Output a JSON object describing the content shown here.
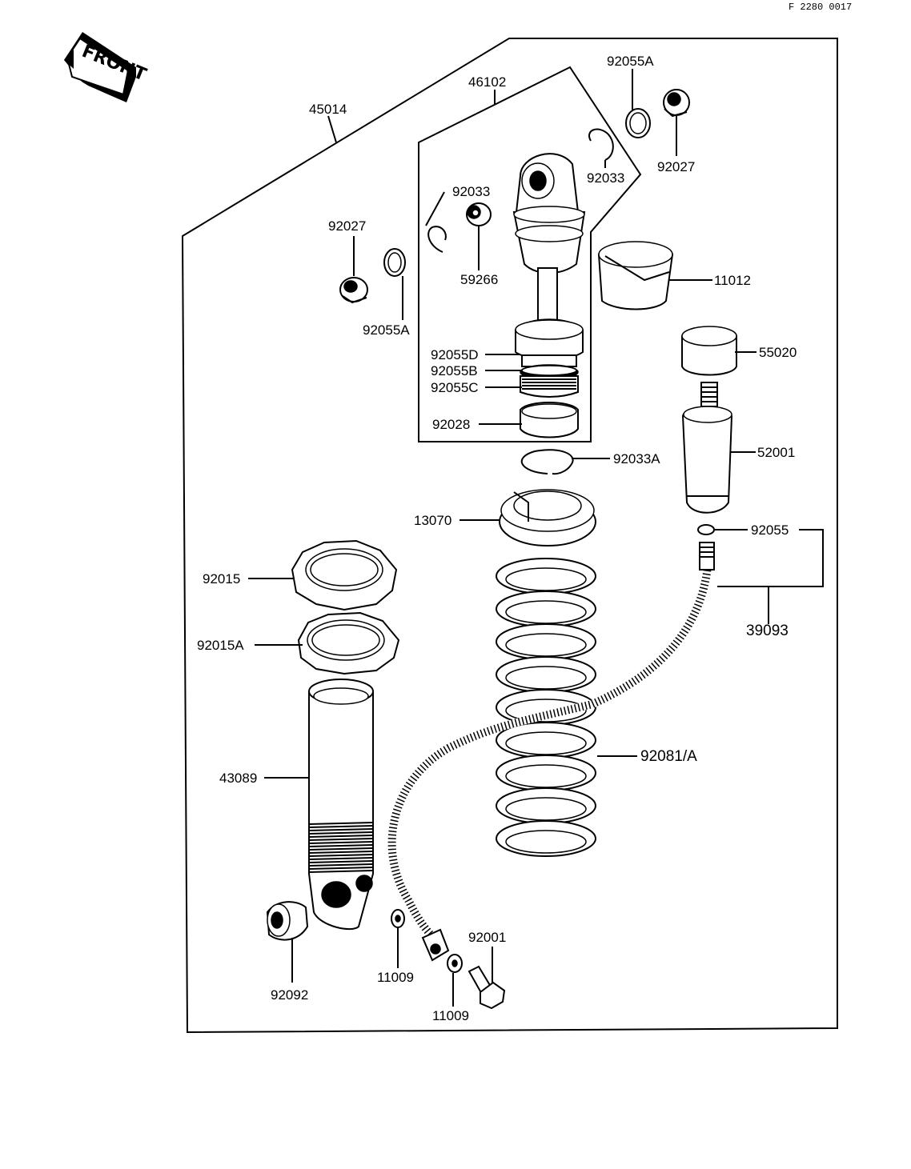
{
  "doc_code": "F 2280 0017",
  "front_label": "FRONT",
  "labels": {
    "p45014": "45014",
    "p46102": "46102",
    "p92055A_top": "92055A",
    "p92033_top": "92033",
    "p92027_top": "92027",
    "p92033_left": "92033",
    "p92027_left": "92027",
    "p59266": "59266",
    "p92055A_left": "92055A",
    "p11012": "11012",
    "p92055D": "92055D",
    "p92055B": "92055B",
    "p92055C": "92055C",
    "p55020": "55020",
    "p92028": "92028",
    "p52001": "52001",
    "p92033A": "92033A",
    "p13070": "13070",
    "p92055": "92055",
    "p92015": "92015",
    "p39093": "39093",
    "p92015A": "92015A",
    "p92081A": "92081/A",
    "p43089": "43089",
    "p92001": "92001",
    "p11009_a": "11009",
    "p92092": "92092",
    "p11009_b": "11009"
  }
}
